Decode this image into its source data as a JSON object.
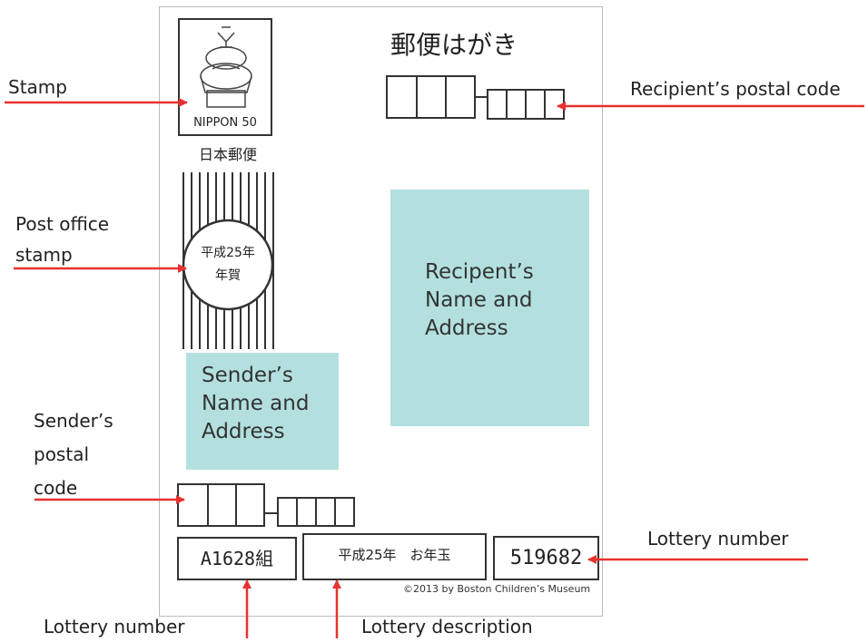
{
  "card": {
    "title": "郵便はがき",
    "postal_name": "日本郵便",
    "stamp_text": "NIPPON 50",
    "postmark_line1": "平成25年",
    "postmark_line2": "年賀",
    "recipient_block": [
      "Recipent’s",
      "Name and",
      "Address"
    ],
    "sender_block": [
      "Sender’s",
      "Name and",
      "Address"
    ],
    "lottery_group": "A1628組",
    "lottery_desc": "平成25年　お年玉",
    "lottery_number": "519682",
    "copyright": "©2013 by Boston Children’s Museum"
  },
  "labels": {
    "stamp": "Stamp",
    "recipient_postal": "Recipient’s postal code",
    "post_office_stamp": [
      "Post office",
      "stamp"
    ],
    "sender_postal": [
      "Sender’s",
      "postal",
      "code"
    ],
    "lottery_number_right": "Lottery number",
    "lottery_number_bottom": "Lottery number",
    "lottery_description": "Lottery description"
  },
  "colors": {
    "arrow": "#e8322f",
    "teal": "#b3e0df",
    "ink": "#333333"
  }
}
